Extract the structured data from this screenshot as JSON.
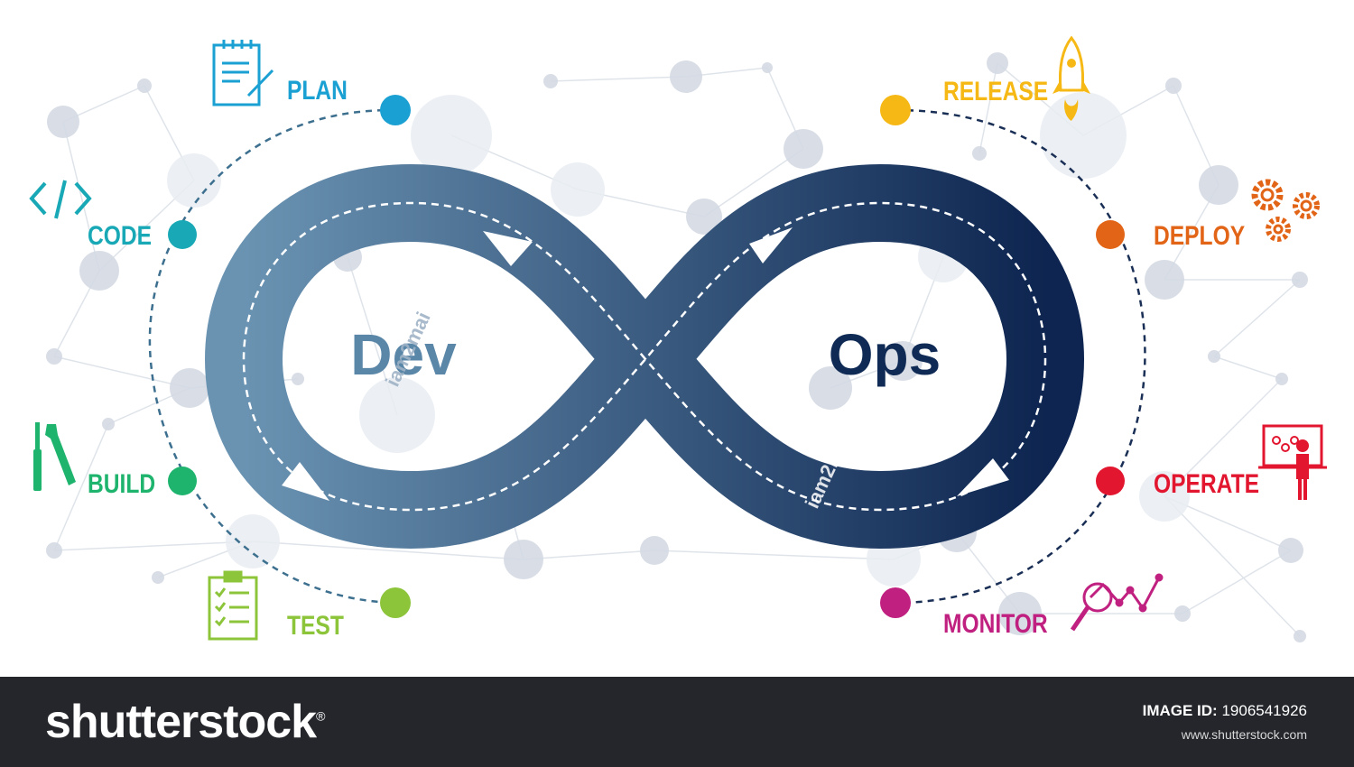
{
  "diagram": {
    "left_word": "Dev",
    "right_word": "Ops",
    "watermark_text": "iam2mai",
    "stages": [
      {
        "id": "plan",
        "label": "PLAN",
        "color": "#1aa0d2",
        "icon": "notepad-icon"
      },
      {
        "id": "code",
        "label": "CODE",
        "color": "#19a9b6",
        "icon": "code-brackets-icon"
      },
      {
        "id": "build",
        "label": "BUILD",
        "color": "#1fb46e",
        "icon": "wrench-screwdriver-icon"
      },
      {
        "id": "test",
        "label": "TEST",
        "color": "#8cc43a",
        "icon": "checklist-clipboard-icon"
      },
      {
        "id": "release",
        "label": "RELEASE",
        "color": "#f6b814",
        "icon": "rocket-icon"
      },
      {
        "id": "deploy",
        "label": "DEPLOY",
        "color": "#e26417",
        "icon": "gears-icon"
      },
      {
        "id": "operate",
        "label": "OPERATE",
        "color": "#e2162f",
        "icon": "presenter-board-icon"
      },
      {
        "id": "monitor",
        "label": "MONITOR",
        "color": "#c0207f",
        "icon": "magnifier-chart-icon"
      }
    ],
    "colors": {
      "loop_left": "#6a93b2",
      "loop_right": "#0d2550",
      "dev_text": "#5a86a8",
      "ops_text": "#0f2a55",
      "background_node": "#d4d9e3"
    }
  },
  "footer": {
    "brand": "shutterstock",
    "brand_mark": "®",
    "image_id_label": "IMAGE ID:",
    "image_id_value": "1906541926",
    "site": "www.shutterstock.com"
  }
}
